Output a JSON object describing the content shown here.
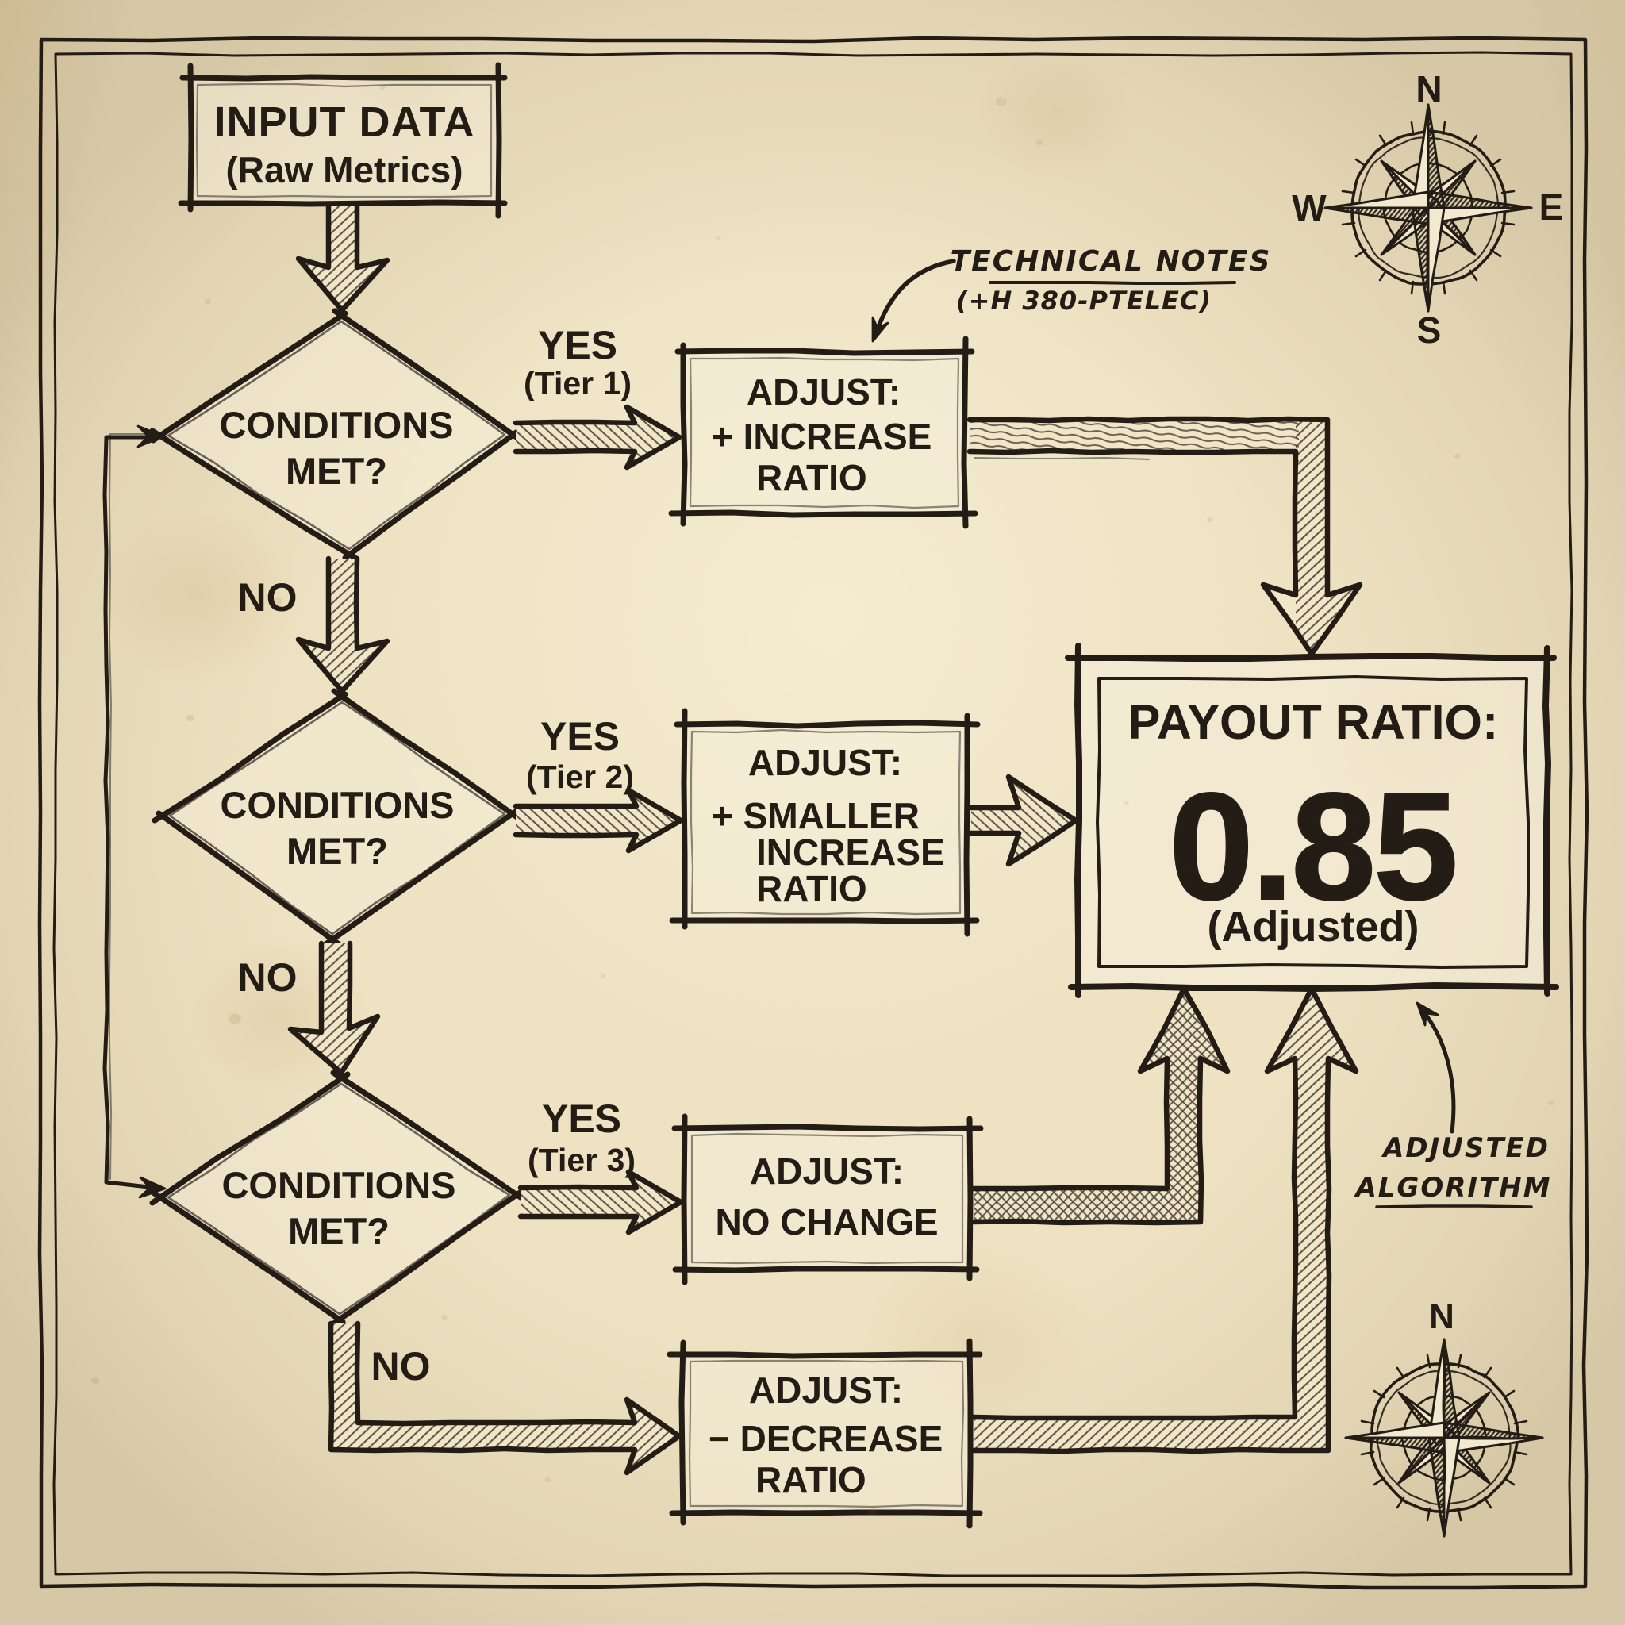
{
  "nodes": {
    "input": {
      "line1": "INPUT DATA",
      "line2": "(Raw Metrics)"
    },
    "decision1": {
      "line1": "CONDITIONS",
      "line2": "MET?"
    },
    "decision2": {
      "line1": "CONDITIONS",
      "line2": "MET?"
    },
    "decision3": {
      "line1": "CONDITIONS",
      "line2": "MET?"
    },
    "adjust1": {
      "line1": "ADJUST:",
      "line2": "+ INCREASE",
      "line3": "RATIO"
    },
    "adjust2": {
      "line1": "ADJUST:",
      "line2": "+ SMALLER",
      "line3": "INCREASE",
      "line4": "RATIO"
    },
    "adjust3": {
      "line1": "ADJUST:",
      "line2": "NO CHANGE"
    },
    "adjust4": {
      "line1": "ADJUST:",
      "line2": "− DECREASE",
      "line3": "RATIO"
    }
  },
  "edges": {
    "yes1": {
      "label": "YES",
      "sublabel": "(Tier 1)"
    },
    "yes2": {
      "label": "YES",
      "sublabel": "(Tier 2)"
    },
    "yes3": {
      "label": "YES",
      "sublabel": "(Tier 3)"
    },
    "no1": {
      "label": "NO"
    },
    "no2": {
      "label": "NO"
    },
    "no3": {
      "label": "NO"
    }
  },
  "result": {
    "title": "PAYOUT RATIO:",
    "value": "0.85",
    "note": "(Adjusted)"
  },
  "annotations": {
    "technical_notes_line1": "TECHNICAL NOTES",
    "technical_notes_line2": "(+H 380-PTELEC)",
    "adjusted_algorithm_line1": "ADJUSTED",
    "adjusted_algorithm_line2": "ALGORITHM"
  },
  "compass_top": {
    "n": "N",
    "e": "E",
    "s": "S",
    "w": "W"
  },
  "compass_bottom": {
    "n": "N"
  },
  "colors": {
    "paper": "#efe3c3",
    "ink": "#211b14"
  }
}
